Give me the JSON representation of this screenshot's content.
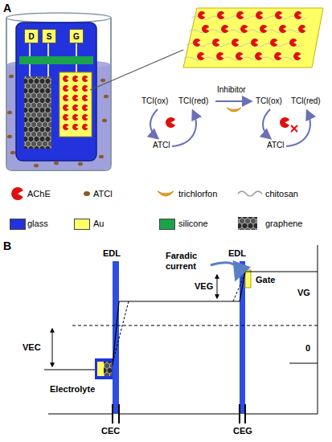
{
  "diagram": {
    "nodes": [
      {
        "text": [
          "D"
        ]
      },
      {
        "text": [
          "S"
        ]
      },
      {
        "text": [
          "G"
        ]
      }
    ],
    "labels": [
      "A",
      "TCI(ox)",
      "TCI(red)",
      "ATCl",
      "Inhibitor",
      "TCl(ox)",
      "TCl(red)",
      "ATCl",
      "B",
      "EDL",
      "EDL",
      "Faradic current",
      "Gate",
      "VG",
      "VEG",
      "VEC",
      "0",
      "Electrolyte",
      "CEC",
      "CEG"
    ],
    "legend": [
      {
        "text": "AChE"
      },
      {
        "text": "ATCl"
      },
      {
        "text": "trichlorfon"
      },
      {
        "text": "chitosan"
      },
      {
        "text": "glass",
        "color": "#2233dd"
      },
      {
        "text": "Au",
        "color": "#ffff66"
      },
      {
        "text": "silicone",
        "color": "#1aa34a"
      },
      {
        "text": "graphene"
      }
    ]
  }
}
